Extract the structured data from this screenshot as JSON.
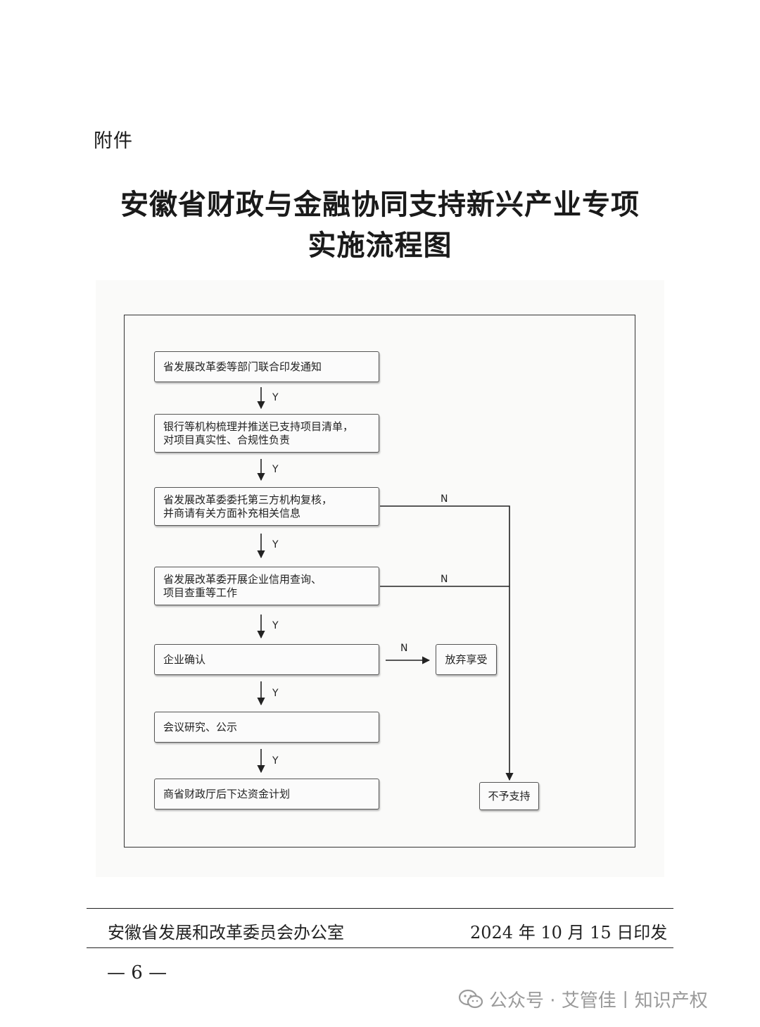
{
  "document": {
    "attachment_label": "附件",
    "title_line1": "安徽省财政与金融协同支持新兴产业专项",
    "title_line2": "实施流程图"
  },
  "flowchart": {
    "steps": [
      {
        "lines": [
          "省发展改革委等部门联合印发通知"
        ]
      },
      {
        "lines": [
          "银行等机构梳理并推送已支持项目清单，",
          "对项目真实性、合规性负责"
        ]
      },
      {
        "lines": [
          "省发展改革委委托第三方机构复核，",
          "并商请有关方面补充相关信息"
        ]
      },
      {
        "lines": [
          "省发展改革委开展企业信用查询、",
          "项目查重等工作"
        ]
      },
      {
        "lines": [
          "企业确认"
        ]
      },
      {
        "lines": [
          "会议研究、公示"
        ]
      },
      {
        "lines": [
          "商省财政厅后下达资金计划"
        ]
      }
    ],
    "side_boxes": {
      "give_up": "放弃享受",
      "not_supported": "不予支持"
    },
    "yes_label": "Y",
    "no_label": "N"
  },
  "footer": {
    "issuer": "安徽省发展和改革委员会办公室",
    "date": "2024 年 10 月 15 日印发",
    "page_number": "— 6 —"
  },
  "watermark": {
    "text": "公众号 · 艾管佳丨知识产权",
    "icon": "wechat-icon"
  }
}
